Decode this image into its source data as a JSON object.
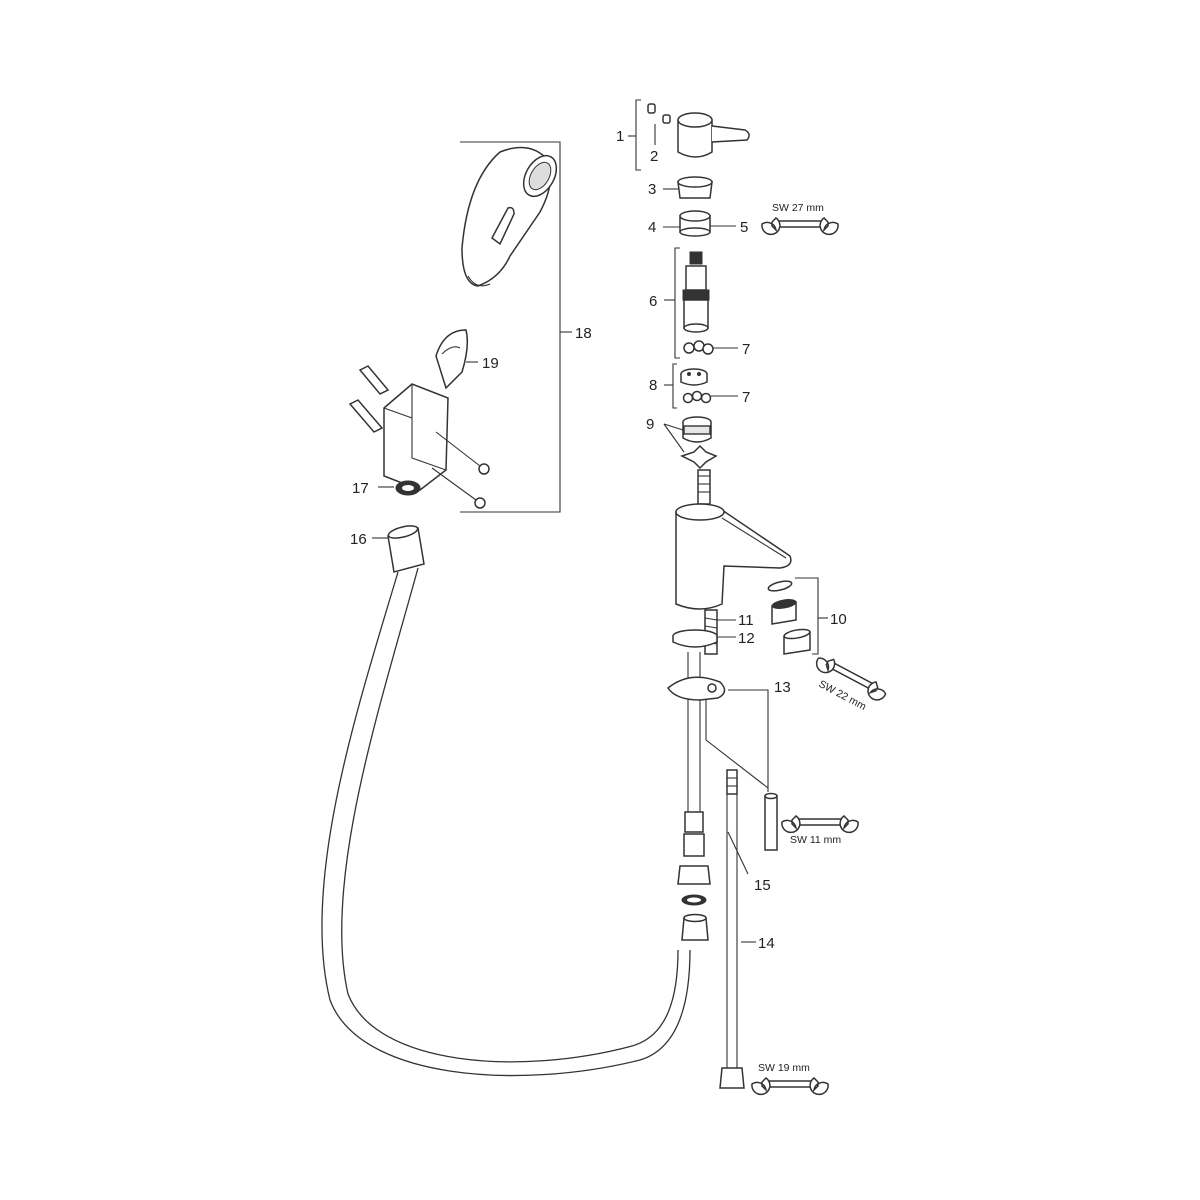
{
  "labels": {
    "p1": "1",
    "p2": "2",
    "p3": "3",
    "p4": "4",
    "p5": "5",
    "p6": "6",
    "p7a": "7",
    "p7b": "7",
    "p8": "8",
    "p9": "9",
    "p10": "10",
    "p11": "11",
    "p12": "12",
    "p13": "13",
    "p14": "14",
    "p15": "15",
    "p16": "16",
    "p17": "17",
    "p18": "18",
    "p19": "19"
  },
  "wrenches": {
    "sw27": "SW 27 mm",
    "sw22": "SW 22 mm",
    "sw11": "SW 11 mm",
    "sw19": "SW 19 mm"
  },
  "icons": [
    "wrench-icon"
  ]
}
